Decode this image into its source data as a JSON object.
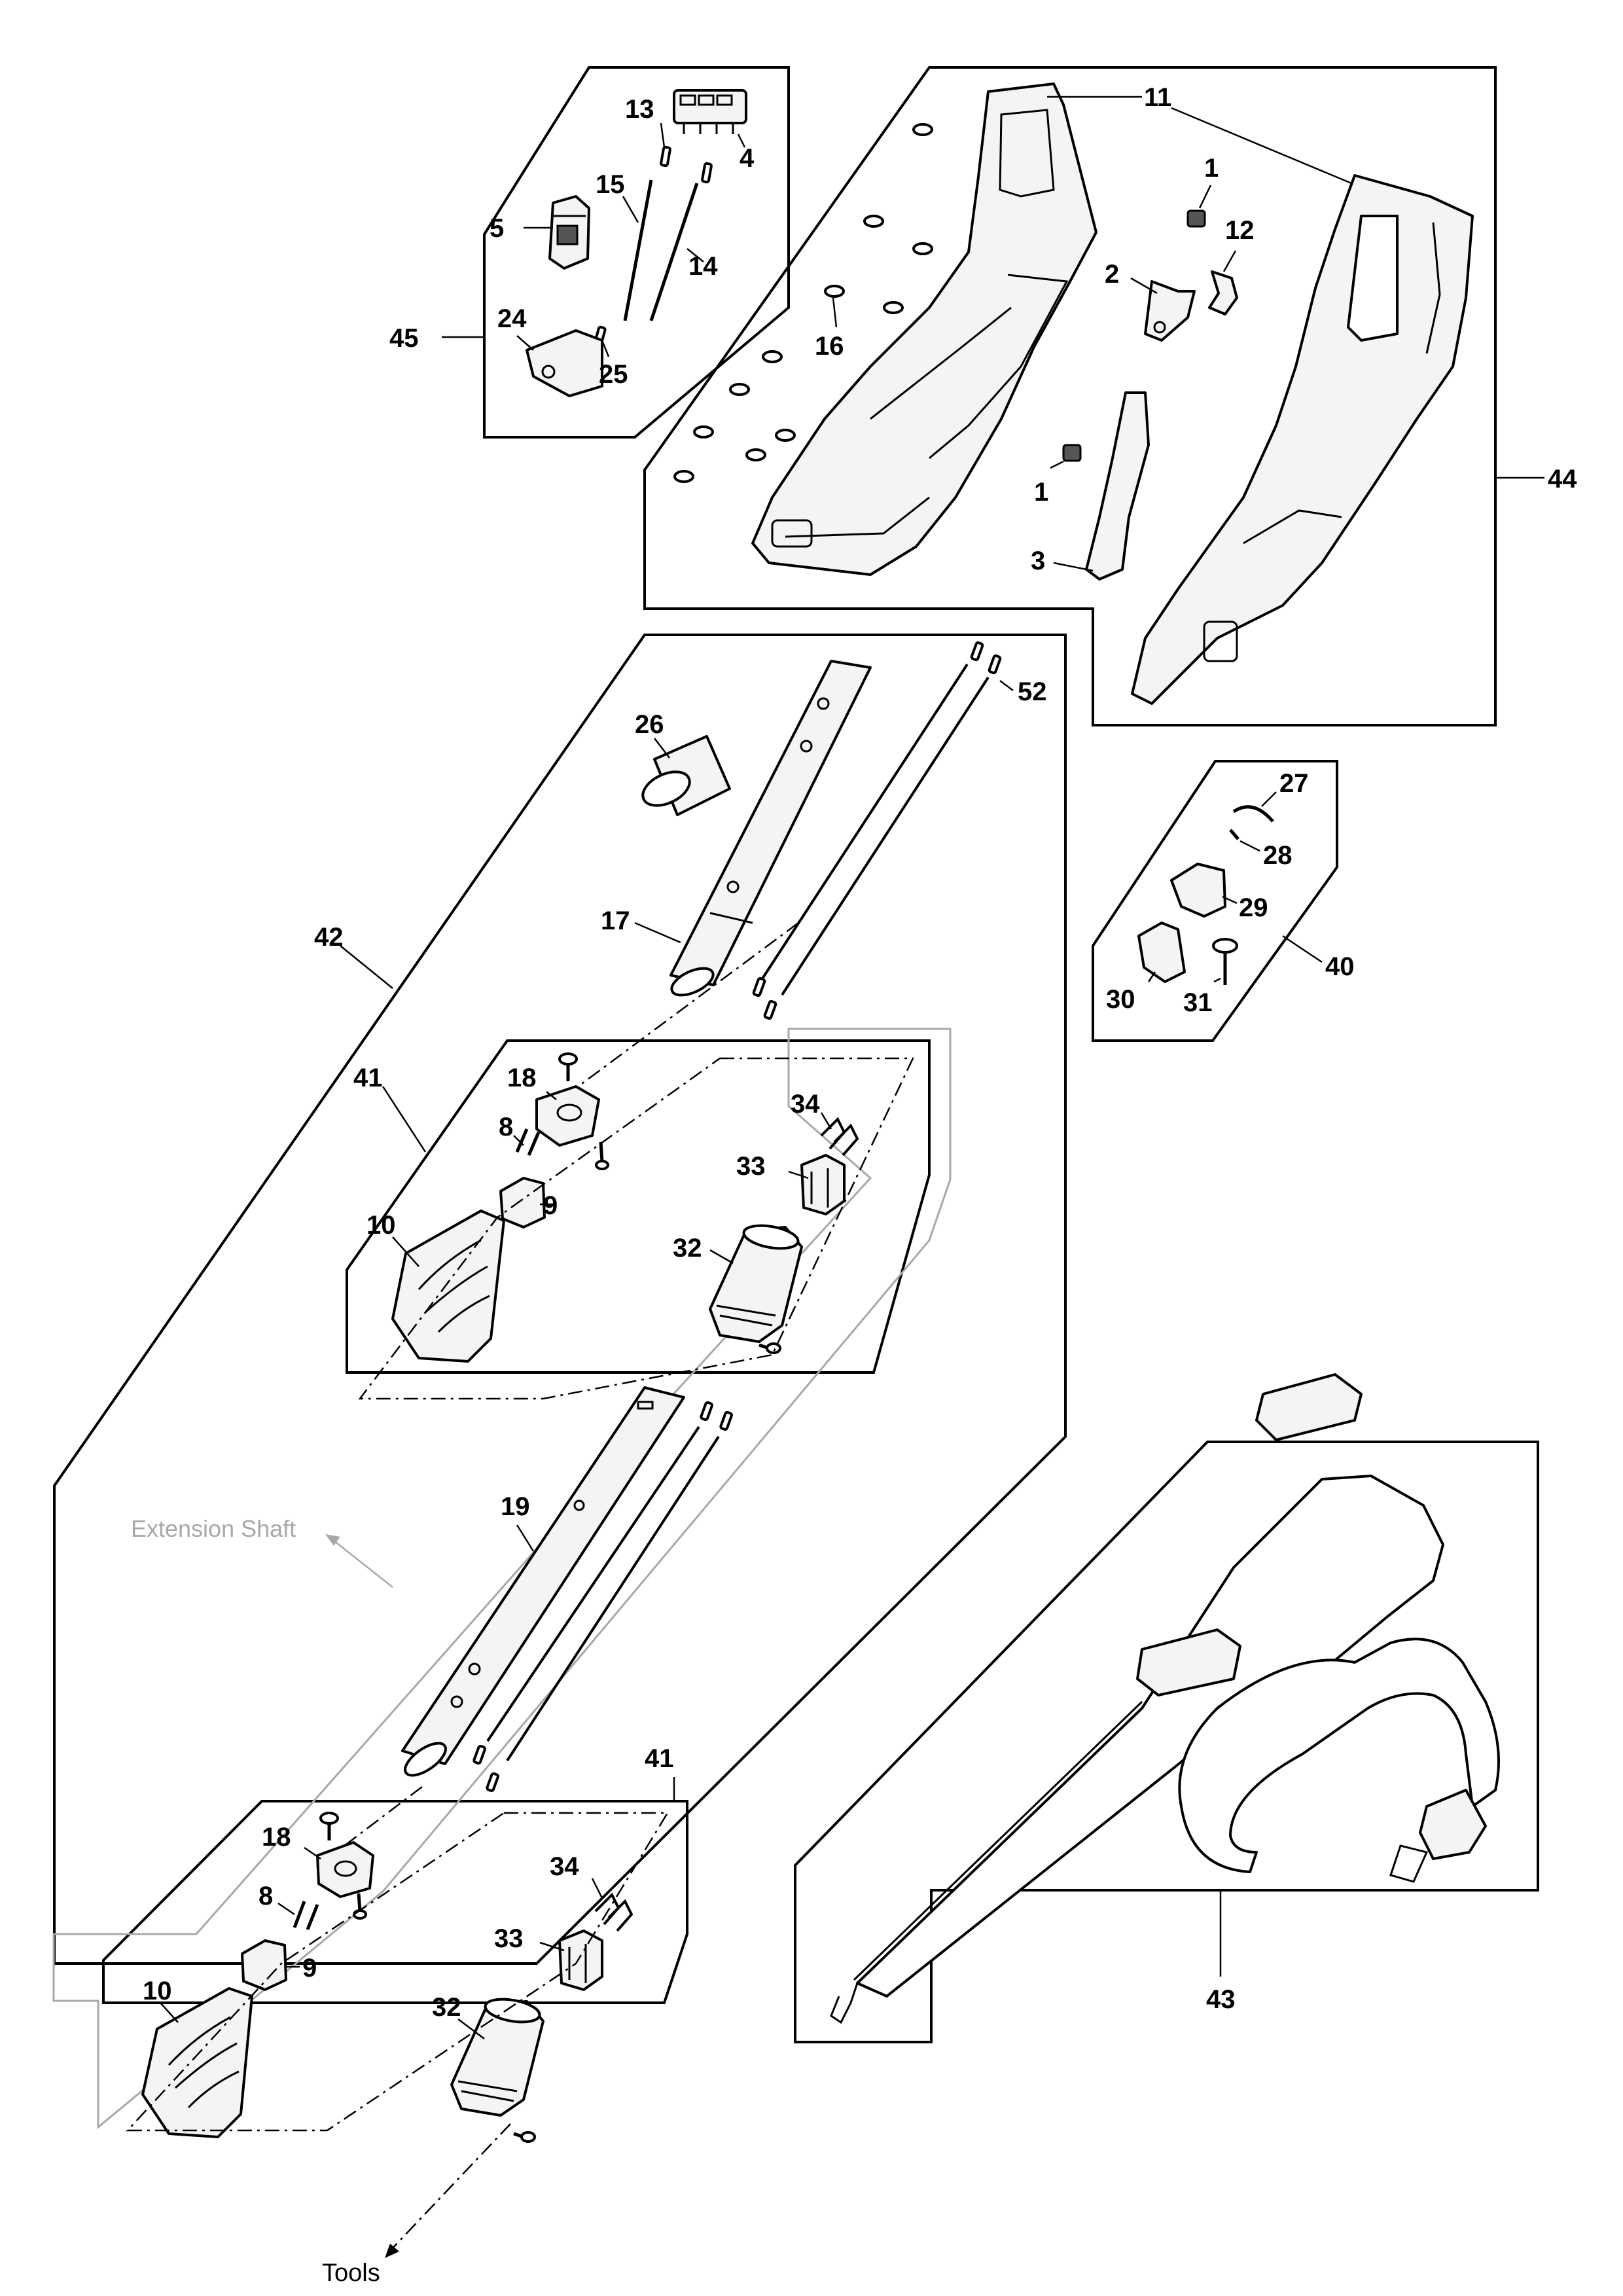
{
  "labels": {
    "n1a": "1",
    "n1b": "1",
    "n2": "2",
    "n3": "3",
    "n4": "4",
    "n5": "5",
    "n8a": "8",
    "n8b": "8",
    "n9a": "9",
    "n9b": "9",
    "n10a": "10",
    "n10b": "10",
    "n11": "11",
    "n12": "12",
    "n13": "13",
    "n14": "14",
    "n15": "15",
    "n16": "16",
    "n17": "17",
    "n18a": "18",
    "n18b": "18",
    "n19": "19",
    "n24": "24",
    "n25": "25",
    "n26": "26",
    "n27": "27",
    "n28": "28",
    "n29": "29",
    "n30": "30",
    "n31": "31",
    "n32a": "32",
    "n32b": "32",
    "n33a": "33",
    "n33b": "33",
    "n34a": "34",
    "n34b": "34",
    "n40": "40",
    "n41a": "41",
    "n41b": "41",
    "n42": "42",
    "n43": "43",
    "n44": "44",
    "n45": "45",
    "n52": "52"
  },
  "captions": {
    "extension_shaft": "Extension Shaft",
    "tools": "Tools"
  },
  "colors": {
    "line": "#000000",
    "muted": "#a8a8a8",
    "background": "#ffffff"
  }
}
